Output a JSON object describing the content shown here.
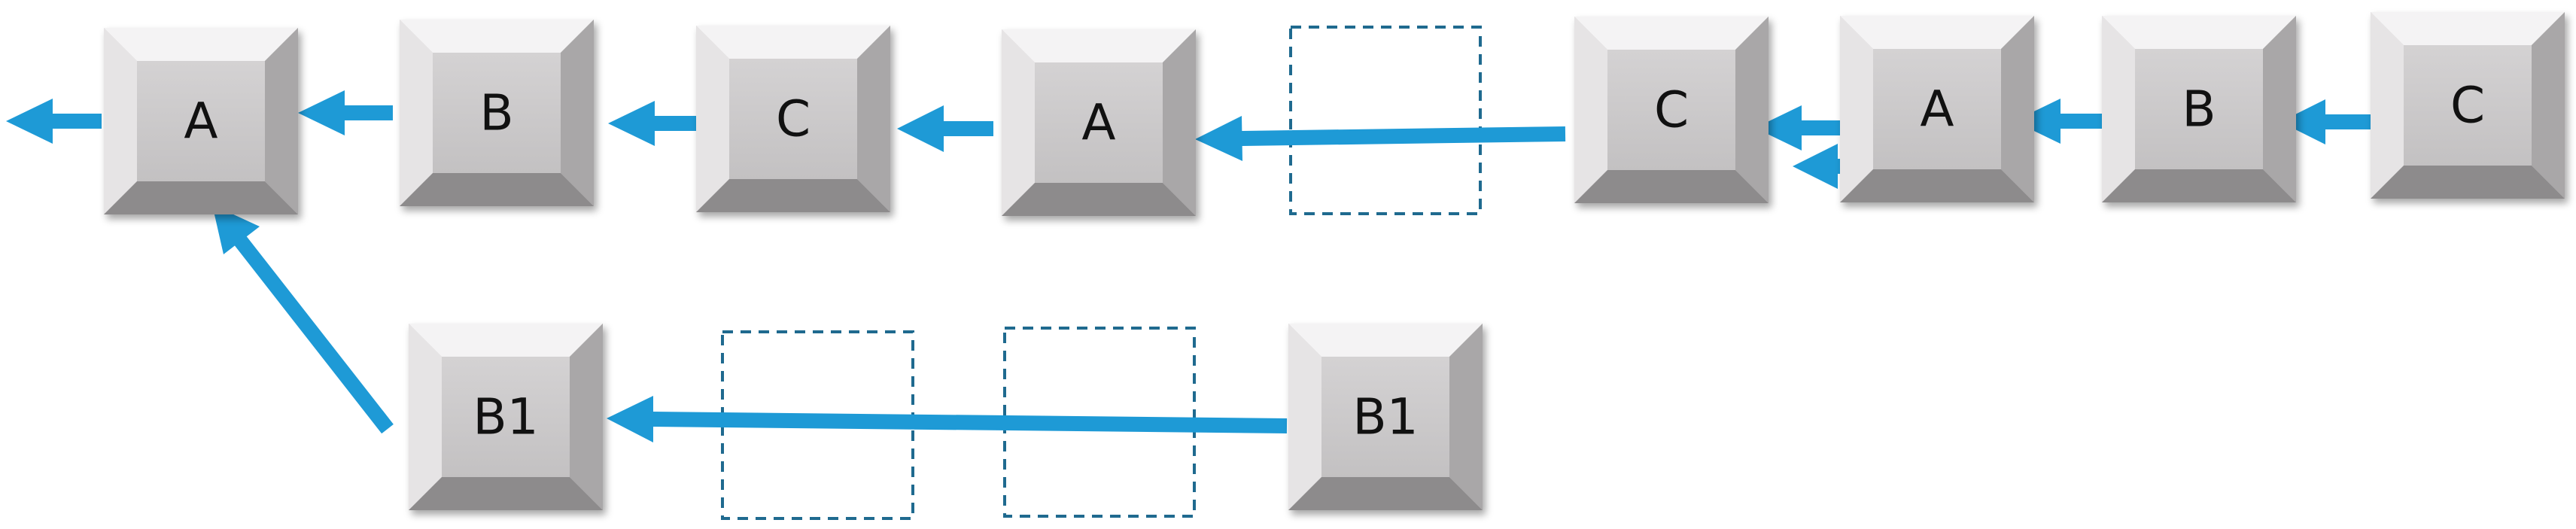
{
  "colors": {
    "arrow": "#1e9ad6",
    "placeholder_border": "#1f6a8f",
    "node_face": "#cdcbcc",
    "node_light": "#f4f3f4",
    "node_mid": "#d9d7d8",
    "node_dark": "#8d8b8c"
  },
  "nodes": [
    {
      "id": "n1",
      "label": "A"
    },
    {
      "id": "n2",
      "label": "B"
    },
    {
      "id": "n3",
      "label": "C"
    },
    {
      "id": "n4",
      "label": "A"
    },
    {
      "id": "n5",
      "label": "C"
    },
    {
      "id": "n6",
      "label": "A"
    },
    {
      "id": "n7",
      "label": "B"
    },
    {
      "id": "n8",
      "label": "C"
    },
    {
      "id": "n9",
      "label": "B1"
    },
    {
      "id": "n10",
      "label": "B1"
    }
  ],
  "placeholders": [
    "p1",
    "p2",
    "p3"
  ],
  "edges": [
    {
      "from": "n8",
      "to": "n7"
    },
    {
      "from": "n7",
      "to": "n6"
    },
    {
      "from": "n6",
      "to": "n5"
    },
    {
      "from": "n6",
      "to": "n5"
    },
    {
      "from": "n5",
      "to": "n4"
    },
    {
      "from": "n4",
      "to": "n3"
    },
    {
      "from": "n3",
      "to": "n2"
    },
    {
      "from": "n2",
      "to": "n1"
    },
    {
      "from": "n1",
      "to": "exit"
    },
    {
      "from": "n10",
      "to": "n9"
    },
    {
      "from": "n9",
      "to": "n1"
    }
  ]
}
